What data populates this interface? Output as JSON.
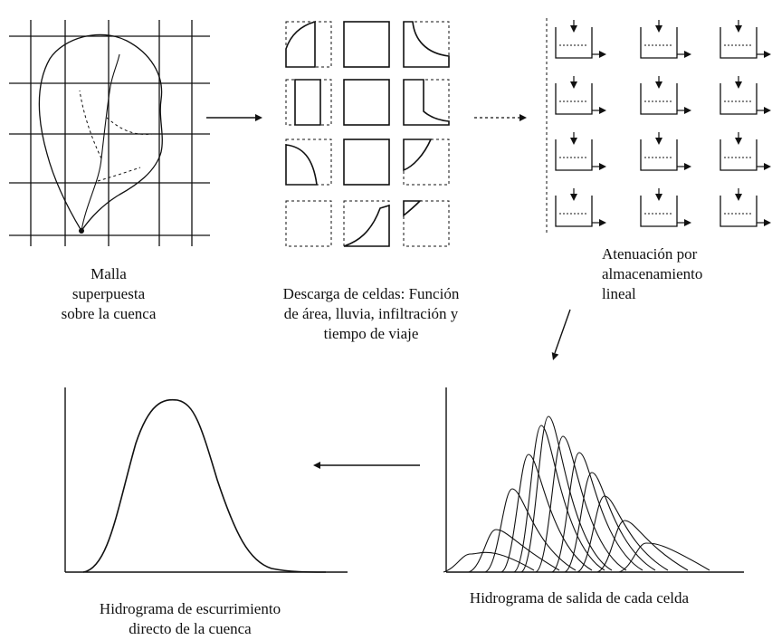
{
  "captions": {
    "grid": [
      "Malla",
      "superpuesta",
      "sobre la cuenca"
    ],
    "cells": [
      "Descarga de celdas: Función",
      "de área, lluvia, infiltración y",
      "tiempo de viaje"
    ],
    "storage": [
      "Atenuación por",
      "almacenamiento",
      "lineal"
    ],
    "cell_hydrographs": [
      "Hidrograma de salida de cada celda"
    ],
    "basin_hydrograph": [
      "Hidrograma de escurrimiento",
      "directo de la cuenca"
    ]
  },
  "colors": {
    "ink": "#111111",
    "background": "#ffffff"
  }
}
